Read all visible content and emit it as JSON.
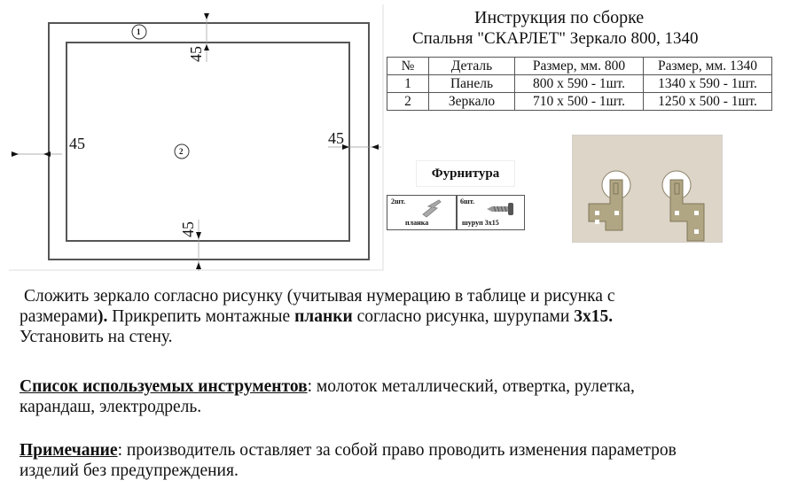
{
  "header": {
    "title": "Инструкция по сборке",
    "subtitle": "Спальня \"СКАРЛЕТ\" Зеркало 800, 1340"
  },
  "parts_table": {
    "columns": [
      "№",
      "Деталь",
      "Размер, мм. 800",
      "Размер, мм. 1340"
    ],
    "rows": [
      [
        "1",
        "Панель",
        "800 x 590 - 1шт.",
        "1340 x 590 - 1шт."
      ],
      [
        "2",
        "Зеркало",
        "710 x 500 - 1шт.",
        "1250 x 500 - 1шт."
      ]
    ]
  },
  "drawing": {
    "part_1_label": "1",
    "part_2_label": "2",
    "dim_top": "45",
    "dim_left": "45",
    "dim_right": "45",
    "dim_bottom": "45"
  },
  "hardware": {
    "title": "Фурнитура",
    "items": [
      {
        "qty": "2шт.",
        "name": "планка",
        "icon": "bracket-icon"
      },
      {
        "qty": "6шт.",
        "name": "шуруп  3х15",
        "icon": "screw-icon"
      }
    ]
  },
  "instructions": {
    "p1_line1": "Сложить зеркало согласно рисунку (учитывая нумерацию в таблице и рисунка с",
    "p1_line2a": "размерами",
    "p1_line2b": "). ",
    "p1_line2c": "Прикрепить монтажные ",
    "p1_line2d": "планки",
    "p1_line2e": " согласно рисунка, шурупами ",
    "p1_line2f": "3х15.",
    "p1_line3": "Установить на стену.",
    "tools_label": "Список используемых  инструментов",
    "tools_line1": ": молоток  металлический, отвертка, рулетка,",
    "tools_line2": "карандаш, электродрель.",
    "note_label": "Примечание",
    "note_line1": ": производитель оставляет за собой право проводить изменения параметров",
    "note_line2": "изделий без предупреждения."
  },
  "colors": {
    "panel": "#ddd5c8",
    "bracket": "#b0a684",
    "line": "#555555"
  }
}
